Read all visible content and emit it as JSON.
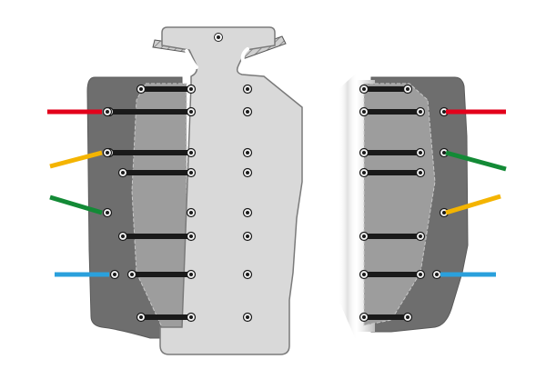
{
  "diagram": {
    "left_assembly": {
      "pins": 6,
      "wire_colors": [
        "red",
        "yellow",
        "green",
        "blue"
      ]
    },
    "right_assembly": {
      "pins": 6,
      "wire_colors": [
        "red",
        "green",
        "yellow",
        "blue"
      ]
    }
  },
  "colors": {
    "background": "#ffffff",
    "plate_fill": "#d9d9d9",
    "plate_stroke": "#7a7a7a",
    "dark_panel": "#6e6e6e",
    "dark_panel_edge": "#565656",
    "inner_shadow": "#9a9a9a",
    "bolt": "#1a1a1a",
    "wire_red": "#e3001b",
    "wire_yellow": "#f4b400",
    "wire_green": "#138a36",
    "wire_blue": "#2aa0dc"
  },
  "icons": [
    "rope-icon",
    "bolt-icon",
    "screw-head-icon"
  ]
}
